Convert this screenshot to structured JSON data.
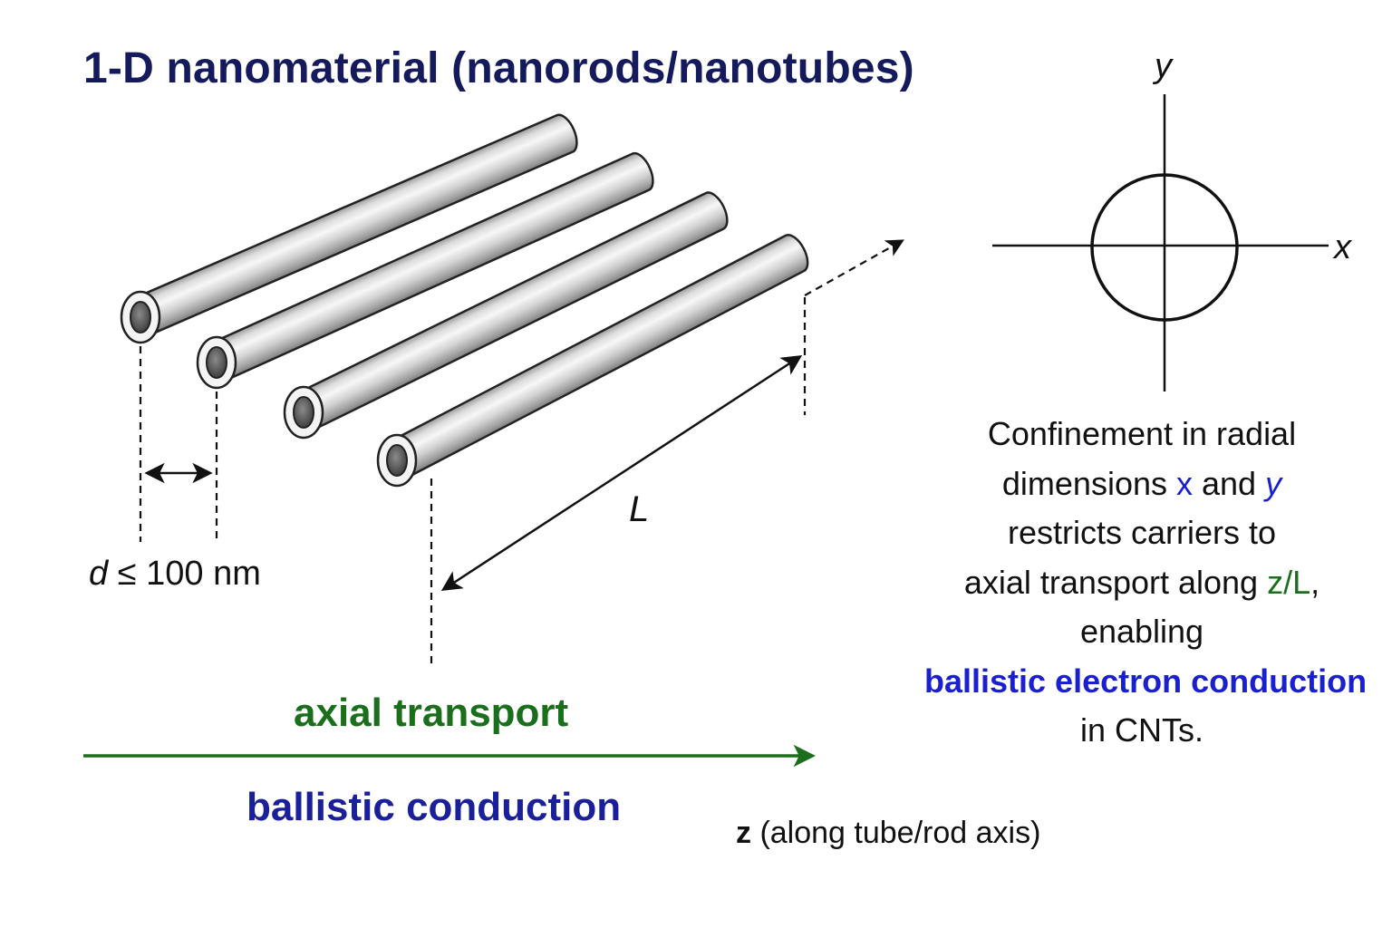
{
  "title": "1-D nanomaterial (nanorods/nanotubes)",
  "diameter_label": {
    "symbol": "d",
    "relation": "≤ 100 nm"
  },
  "length_label": "L",
  "axes": {
    "x": "x",
    "y": "y"
  },
  "axial_transport_label": "axial transport",
  "ballistic_label": "ballistic conduction",
  "z_axis_label": {
    "symbol": "z",
    "text": "(along tube/rod axis)"
  },
  "description": {
    "line1": "Confinement in radial",
    "line2_a": "dimensions ",
    "line2_x": "x",
    "line2_b": " and ",
    "line2_y": "y",
    "line3": "restricts carriers to",
    "line4_a": "axial transport along ",
    "line4_zl": "z/L",
    "line4_b": ",",
    "line5": "enabling",
    "line6": "ballistic electron conduction",
    "line7": "in CNTs."
  },
  "colors": {
    "title": "#141a5c",
    "axial_green": "#1b6e1b",
    "ballistic_navy": "#1a1f9a",
    "highlight_blue": "#1a1fd0",
    "tube_light": "#f4f4f4",
    "tube_dark": "#8a8a8a",
    "tube_core": "#5a5a5a"
  }
}
